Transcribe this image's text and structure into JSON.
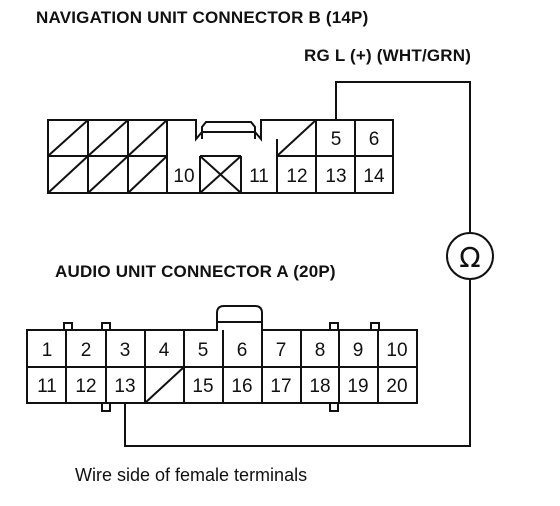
{
  "nav_connector": {
    "title": "NAVIGATION UNIT CONNECTOR B (14P)",
    "probe_label": "RG L (+) (WHT/GRN)",
    "top_row_labels": [
      "5",
      "6"
    ],
    "bottom_row_labels": [
      "10",
      "11",
      "12",
      "13",
      "14"
    ]
  },
  "audio_connector": {
    "title": "AUDIO UNIT CONNECTOR A (20P)",
    "top_row_labels": [
      "1",
      "2",
      "3",
      "4",
      "5",
      "6",
      "7",
      "8",
      "9",
      "10"
    ],
    "bottom_row_labels": [
      "11",
      "12",
      "13",
      "15",
      "16",
      "17",
      "18",
      "19",
      "20"
    ]
  },
  "meter": {
    "symbol": "Ω",
    "icon": "ohmmeter-icon"
  },
  "caption": "Wire side of female terminals"
}
